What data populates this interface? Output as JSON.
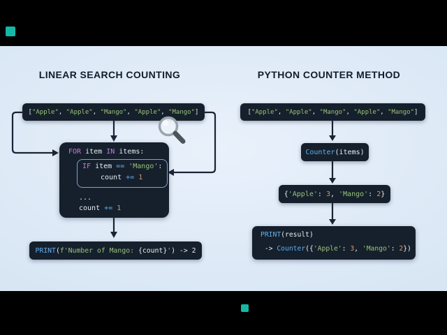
{
  "palette": {
    "frame_bar": "#000000",
    "canvas_blue": "#dae7f5",
    "code_background": "#16202c",
    "keyword_pink": "#c678dd",
    "function_blue": "#61afef",
    "string_green": "#98c379",
    "number_orange": "#d19a66",
    "plain_text": "#e7ecf2",
    "arrow_dark": "#1b2434",
    "if_border_blue": "#7ea2cf",
    "title_navy": "#131c2b",
    "teal_marker": "#14b8a6"
  },
  "left_panel": {
    "title": "LINEAR SEARCH COUNTING",
    "array_box": {
      "tokens": [
        [
          "p",
          "["
        ],
        [
          "s",
          "\"Apple\""
        ],
        [
          "p",
          ", "
        ],
        [
          "s",
          "\"Apple\""
        ],
        [
          "p",
          ", "
        ],
        [
          "s",
          "\"Mango\""
        ],
        [
          "p",
          ", "
        ],
        [
          "s",
          "\"Apple\""
        ],
        [
          "p",
          ", "
        ],
        [
          "s",
          "\"Mango\""
        ],
        [
          "p",
          "]"
        ]
      ]
    },
    "for_block": {
      "header": [
        [
          "k",
          "FOR"
        ],
        [
          "p",
          " item "
        ],
        [
          "k",
          "IN"
        ],
        [
          "p",
          " items:"
        ]
      ],
      "if_line": [
        [
          "k",
          "IF"
        ],
        [
          "p",
          " item "
        ],
        [
          "o",
          "=="
        ],
        [
          "p",
          " "
        ],
        [
          "s",
          "'Mango'"
        ],
        [
          "p",
          ":"
        ]
      ],
      "if_body": [
        [
          "p",
          "count "
        ],
        [
          "o",
          "+="
        ],
        [
          "p",
          " "
        ],
        [
          "n",
          "1"
        ]
      ],
      "ellipsis": [
        [
          "p",
          "..."
        ]
      ],
      "count_line": [
        [
          "p",
          "count "
        ],
        [
          "o",
          "+="
        ],
        [
          "p",
          " "
        ],
        [
          "n",
          "1"
        ]
      ]
    },
    "print_box": {
      "tokens": [
        [
          "f",
          "PRINT"
        ],
        [
          "p",
          "("
        ],
        [
          "s",
          "f'Number of Mango: "
        ],
        [
          "p",
          "{count}"
        ],
        [
          "s",
          "'"
        ],
        [
          "p",
          ") -> 2"
        ]
      ]
    }
  },
  "right_panel": {
    "title": "PYTHON COUNTER METHOD",
    "array_box": {
      "tokens": [
        [
          "p",
          "["
        ],
        [
          "s",
          "\"Apple\""
        ],
        [
          "p",
          ", "
        ],
        [
          "s",
          "\"Apple\""
        ],
        [
          "p",
          ", "
        ],
        [
          "s",
          "\"Mango\""
        ],
        [
          "p",
          ", "
        ],
        [
          "s",
          "\"Apple\""
        ],
        [
          "p",
          ", "
        ],
        [
          "s",
          "\"Mango\""
        ],
        [
          "p",
          "]"
        ]
      ]
    },
    "counter_box": {
      "tokens": [
        [
          "f",
          "Counter"
        ],
        [
          "p",
          "(items)"
        ]
      ]
    },
    "dict_box": {
      "tokens": [
        [
          "p",
          "{"
        ],
        [
          "s",
          "'Apple'"
        ],
        [
          "p",
          ": "
        ],
        [
          "n",
          "3"
        ],
        [
          "p",
          ", "
        ],
        [
          "s",
          "'Mango'"
        ],
        [
          "p",
          ": "
        ],
        [
          "n",
          "2"
        ],
        [
          "p",
          "}"
        ]
      ]
    },
    "result_box": {
      "line1": [
        [
          "f",
          "PRINT"
        ],
        [
          "p",
          "(result)"
        ]
      ],
      "line2": [
        [
          "p",
          " -> "
        ],
        [
          "f",
          "Counter"
        ],
        [
          "p",
          "({"
        ],
        [
          "s",
          "'Apple'"
        ],
        [
          "p",
          ": "
        ],
        [
          "n",
          "3"
        ],
        [
          "p",
          ", "
        ],
        [
          "s",
          "'Mango'"
        ],
        [
          "p",
          ": "
        ],
        [
          "n",
          "2"
        ],
        [
          "p",
          "})"
        ]
      ]
    }
  }
}
